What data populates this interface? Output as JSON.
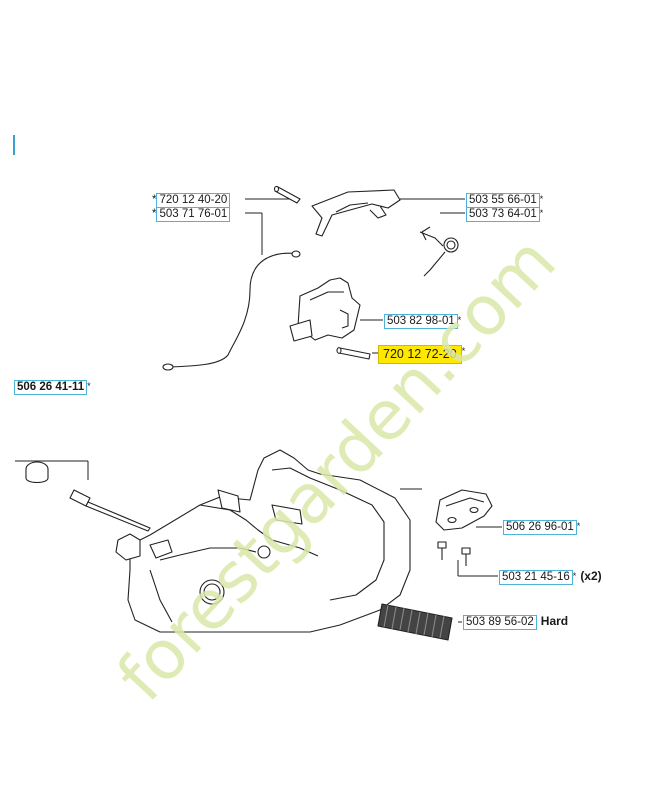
{
  "labels": {
    "top_left_1": {
      "star": "*",
      "number": "720 12 40-20"
    },
    "top_left_2": {
      "star": "*",
      "number": "503 71 76-01"
    },
    "top_right_1": {
      "number": "503 55 66-01",
      "mark": "*"
    },
    "top_right_2": {
      "number": "503 73 64-01",
      "mark": "*"
    },
    "mid_right_1": {
      "number": "503 82 98-01",
      "mark": "*"
    },
    "mid_right_2": {
      "number": "720 12 72-20",
      "mark": "*"
    },
    "left_assembly": {
      "number": "506 26 41-11",
      "mark": "*"
    },
    "right_1": {
      "number": "506 26 96-01",
      "mark": "*"
    },
    "right_2": {
      "number": "503 21 45-16",
      "mark": "*",
      "note": "(x2)"
    },
    "right_3": {
      "number": "503 89 56-02",
      "note": "Hard"
    }
  },
  "watermark": {
    "text": "forestgarden.com",
    "color": "#d9e8a8"
  },
  "colors": {
    "label_border": "#4fb3d9",
    "highlight": "#ffe800"
  }
}
